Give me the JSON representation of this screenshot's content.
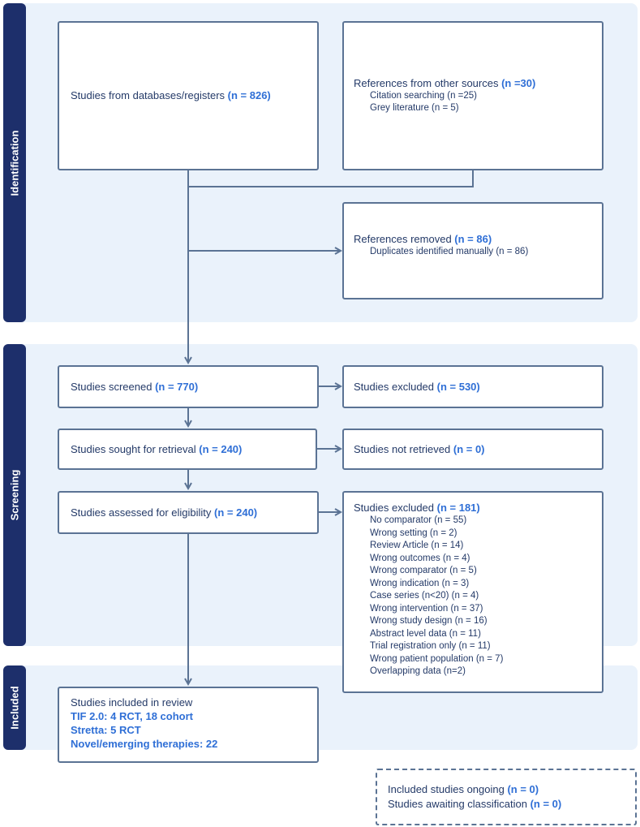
{
  "stages": {
    "identification": "Identification",
    "screening": "Screening",
    "included": "Included"
  },
  "boxes": {
    "databases": {
      "label": "Studies from databases/registers ",
      "n": "(n = 826)"
    },
    "other_sources": {
      "label": "References from other sources ",
      "n": "(n =30)",
      "items": [
        "Citation searching (n =25)",
        "Grey literature (n = 5)"
      ]
    },
    "removed": {
      "label": "References removed ",
      "n": "(n = 86)",
      "items": [
        "Duplicates identified manually (n = 86)"
      ]
    },
    "screened": {
      "label": "Studies screened ",
      "n": "(n = 770)"
    },
    "excluded_screen": {
      "label": "Studies excluded ",
      "n": "(n = 530)"
    },
    "sought": {
      "label": "Studies sought for retrieval ",
      "n": "(n = 240)"
    },
    "not_retrieved": {
      "label": "Studies not retrieved ",
      "n": "(n = 0)"
    },
    "assessed": {
      "label": "Studies assessed for eligibility ",
      "n": "(n = 240)"
    },
    "excluded_eligibility": {
      "label": "Studies excluded ",
      "n": "(n = 181)",
      "items": [
        "No comparator (n = 55)",
        "Wrong setting (n = 2)",
        "Review Article (n = 14)",
        "Wrong outcomes (n = 4)",
        "Wrong comparator (n = 5)",
        "Wrong indication (n = 3)",
        "Case series (n<20) (n = 4)",
        "Wrong intervention (n = 37)",
        "Wrong study design (n = 16)",
        "Abstract level data (n = 11)",
        "Trial registration only (n = 11)",
        "Wrong patient population (n = 7)",
        "Overlapping data (n=2)"
      ]
    },
    "included": {
      "label": "Studies included in review",
      "lines": [
        "TIF 2.0: 4 RCT, 18 cohort",
        "Stretta: 5 RCT",
        "Novel/emerging therapies: 22"
      ]
    },
    "ongoing": {
      "line1_label": "Included studies ongoing ",
      "line1_n": "(n = 0)",
      "line2_label": "Studies awaiting classification ",
      "line2_n": "(n = 0)"
    }
  },
  "colors": {
    "stage_bar": "#1d2f6b",
    "band": "#eaf2fb",
    "border": "#5b7394",
    "accent": "#2f6fd6"
  }
}
